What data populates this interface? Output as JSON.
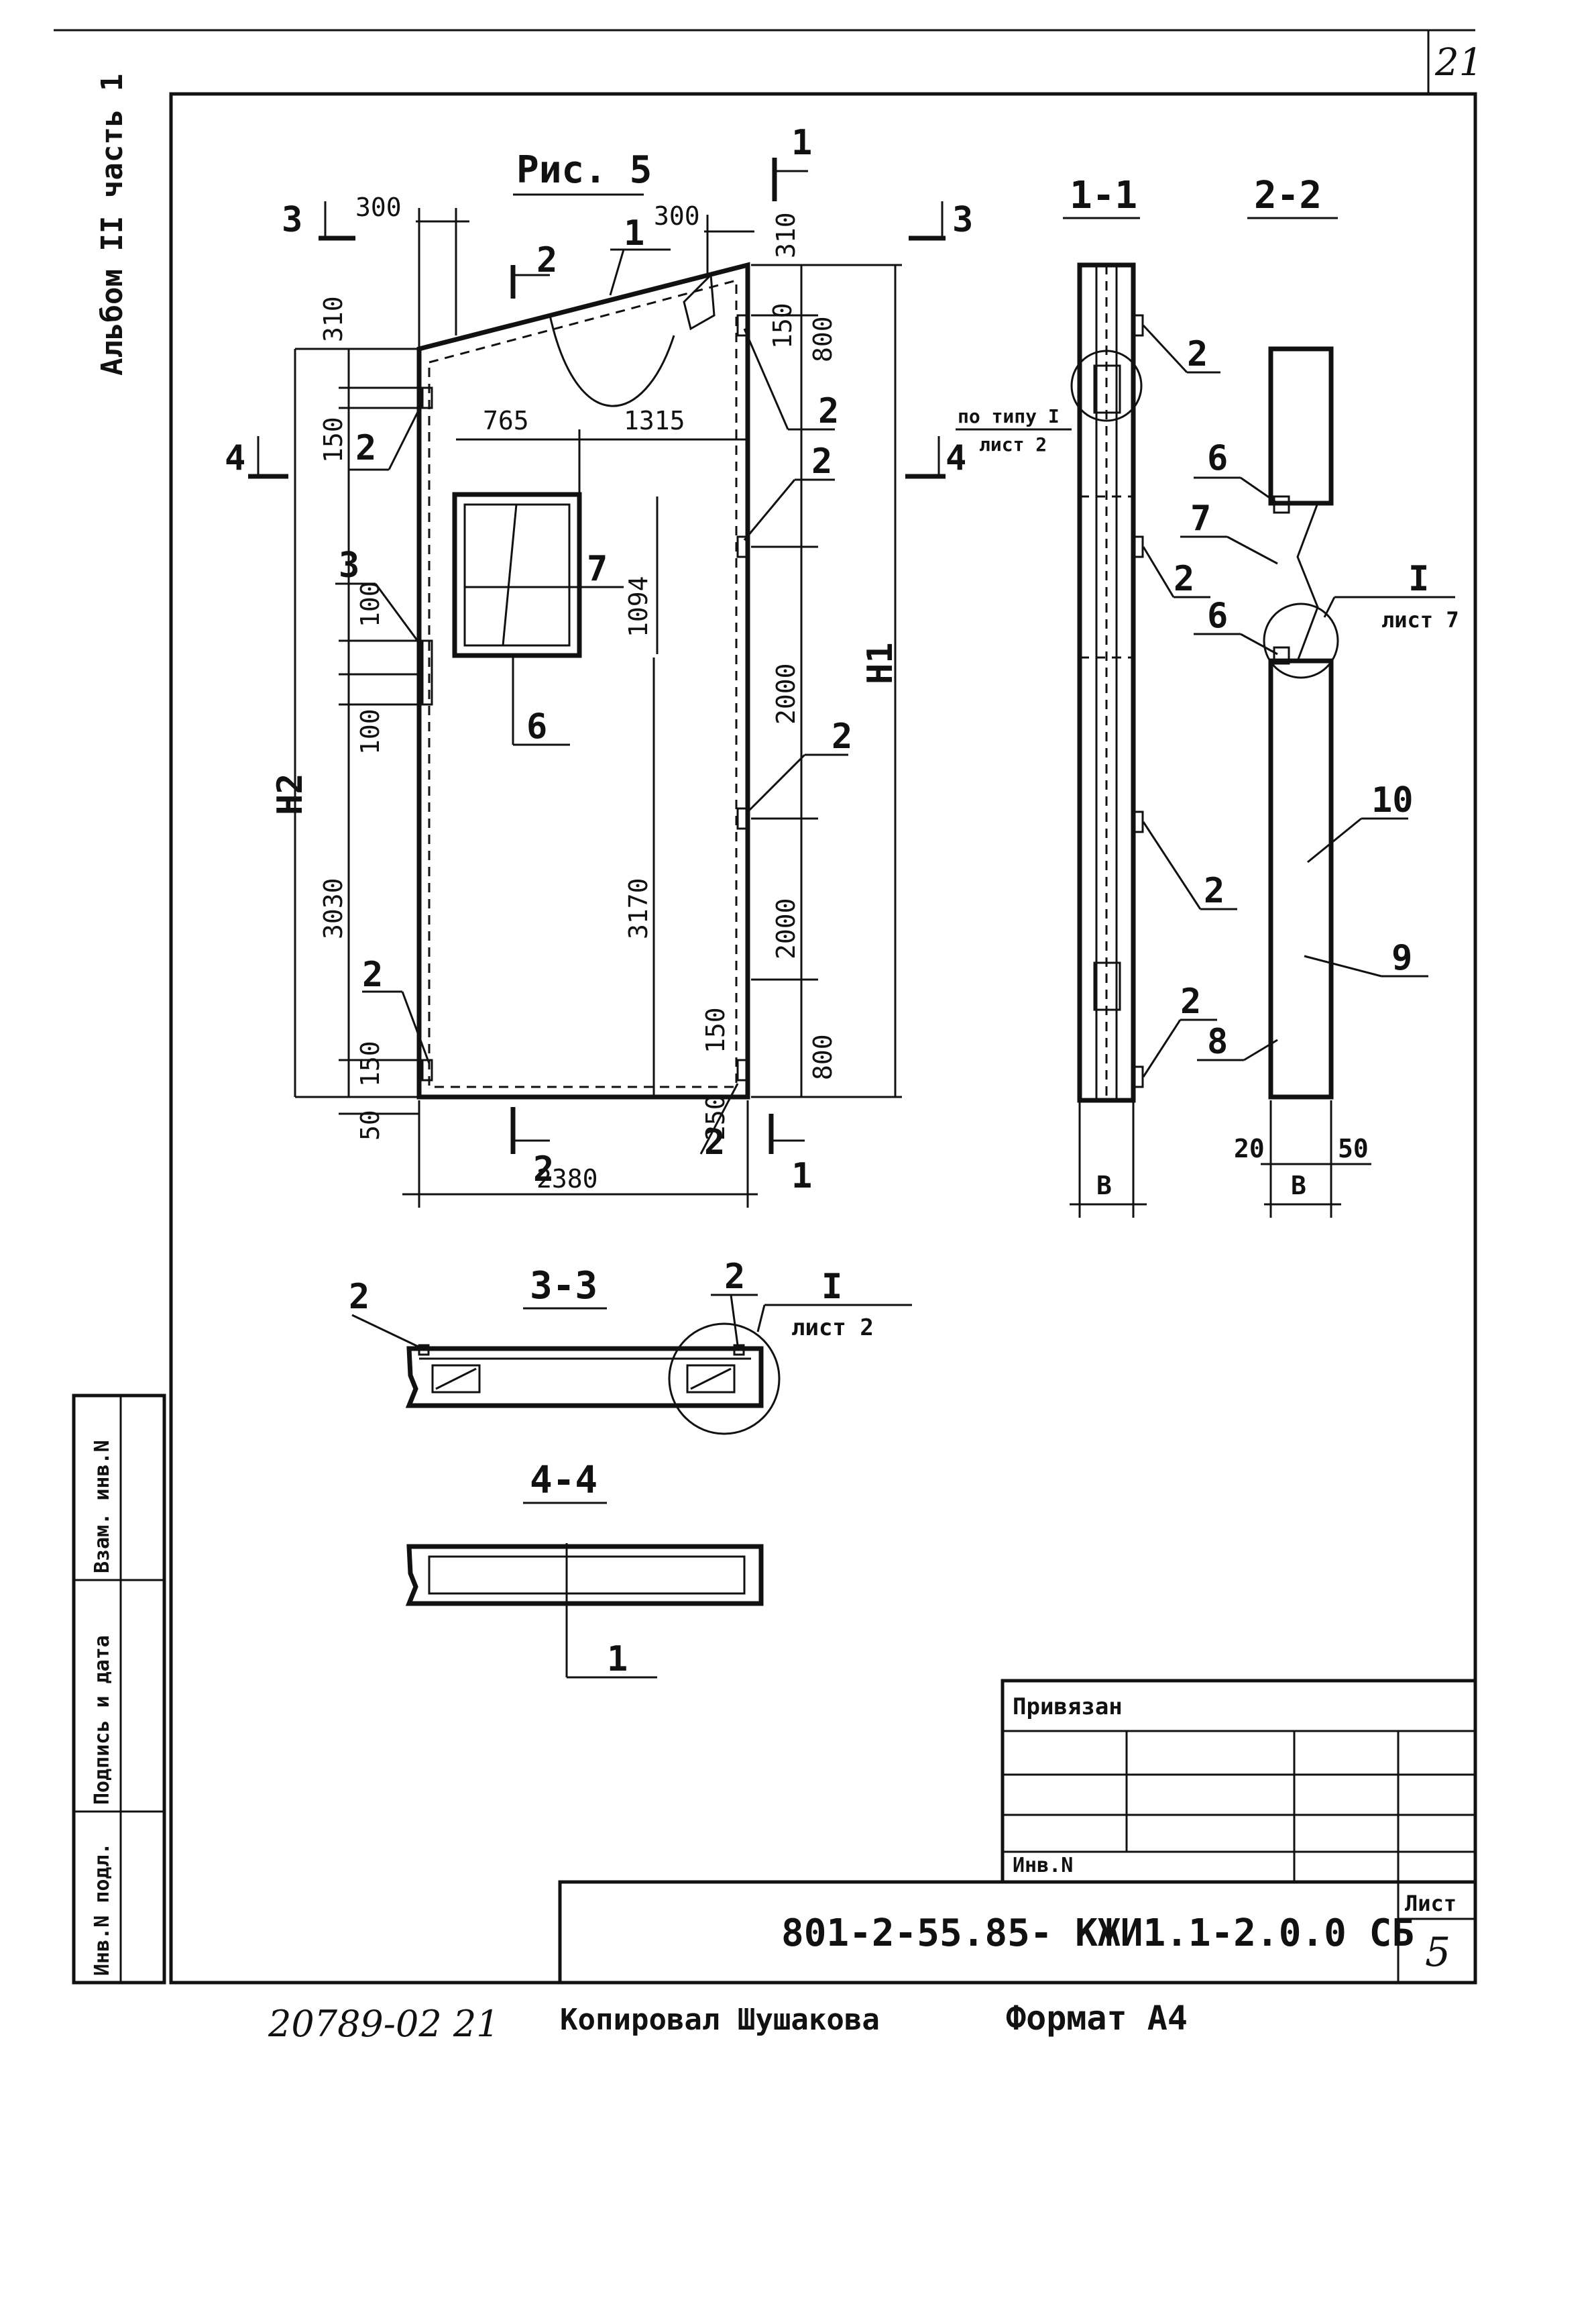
{
  "header": {
    "page_number": "21"
  },
  "margin": {
    "album_label": "Альбом II часть 1"
  },
  "left_stamp": {
    "cells": [
      "Инв.N подл.",
      "Подпись и дата",
      "Взам. инв.N"
    ]
  },
  "figure": {
    "title": "Рис. 5"
  },
  "sections": {
    "s1": "1-1",
    "s2": "2-2",
    "s3": "3-3",
    "s4": "4-4"
  },
  "cut_marks": {
    "one": "1",
    "two": "2",
    "three": "3",
    "four": "4"
  },
  "callouts": {
    "c1": "1",
    "c2": "2",
    "c3": "3",
    "c6": "6",
    "c7": "7",
    "c8": "8",
    "c9": "9",
    "c10": "10"
  },
  "dims": {
    "d300a": "300",
    "d300b": "300",
    "d310a": "310",
    "d310b": "310",
    "d150": "150",
    "d800": "800",
    "d765": "765",
    "d1315": "1315",
    "d1094": "1094",
    "d100": "100",
    "d2000": "2000",
    "d3030": "3030",
    "d3170": "3170",
    "d50": "50",
    "d250": "250",
    "d2380": "2380",
    "d20": "20",
    "dB": "B",
    "dH1": "H1",
    "dH2": "H2"
  },
  "refs": {
    "po_tipu": "по типу I",
    "list2": "лист 2",
    "roman1": "I",
    "list7": "лист 7"
  },
  "title_block": {
    "privyazan": "Привязан",
    "inv_no": "Инв.N",
    "designation": "801-2-55.85- КЖИ1.1-2.0.0 СБ",
    "sheet_label": "Лист",
    "sheet_number": "5"
  },
  "footer": {
    "handwritten": "20789-02  21",
    "copied_by": "Копировал Шушакова",
    "format": "Формат А4"
  }
}
